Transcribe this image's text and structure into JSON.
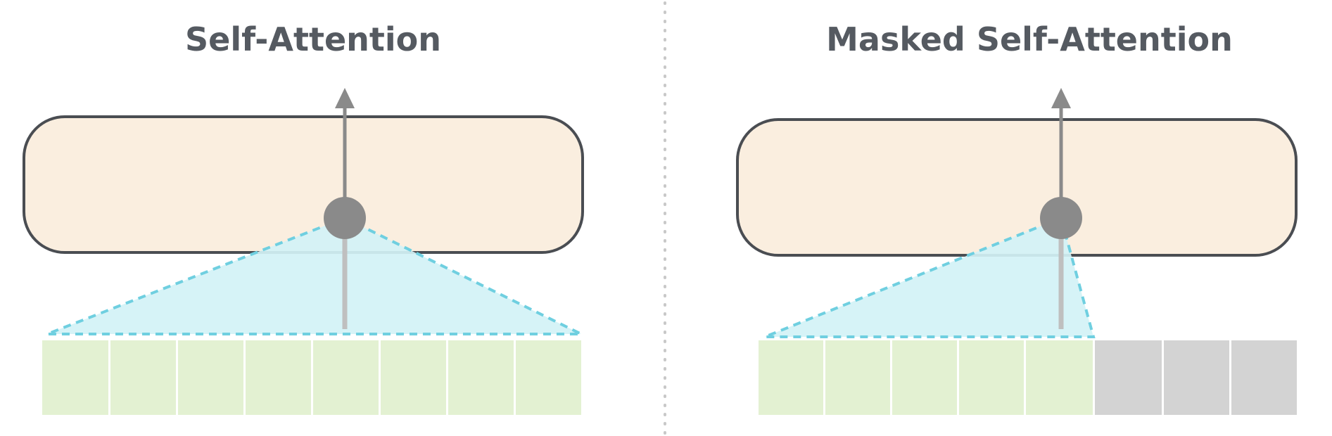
{
  "panels": [
    {
      "id": "self-attention",
      "title": "Self-Attention",
      "token_count": 8,
      "visible_token_count": 8,
      "attends_to": "all tokens"
    },
    {
      "id": "masked-self-attention",
      "title": "Masked Self-Attention",
      "token_count": 8,
      "visible_token_count": 5,
      "attends_to": "previous tokens only"
    }
  ],
  "colors": {
    "block_fill": "#faeedf",
    "block_stroke": "#4a4d52",
    "attention_fill": "#d3f2f6",
    "attention_stroke": "#6fcfe0",
    "token_visible": "#e3f1d2",
    "token_masked": "#d3d3d3",
    "arrow": "#8a8a8a",
    "divider": "#c8c8c8",
    "title_text": "#555a61"
  },
  "icons": {
    "arrow": "up-arrow-icon",
    "node": "output-node-circle"
  }
}
